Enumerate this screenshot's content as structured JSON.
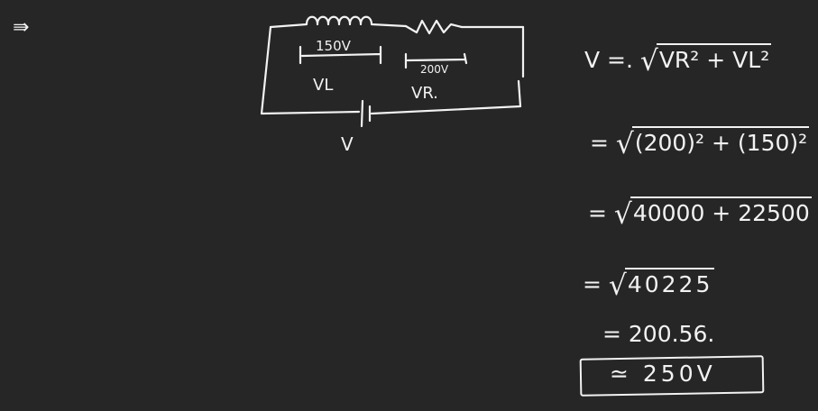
{
  "bullet": "⇛",
  "circuit": {
    "vl_value": "150V",
    "vl_label": "VL",
    "vr_value": "200V",
    "vr_label": "VR.",
    "source_label": "V"
  },
  "equations": {
    "line1_lhs": "V =.",
    "line1_radicand": "VR² + VL²",
    "line2_prefix": "=",
    "line2_radicand": "(200)² + (150)²",
    "line3_prefix": "=",
    "line3_radicand": "40000 + 22500",
    "line4_prefix": "=",
    "line4_radicand": "40225",
    "line5": "= 200.56.",
    "answer": "≃ 250V"
  }
}
